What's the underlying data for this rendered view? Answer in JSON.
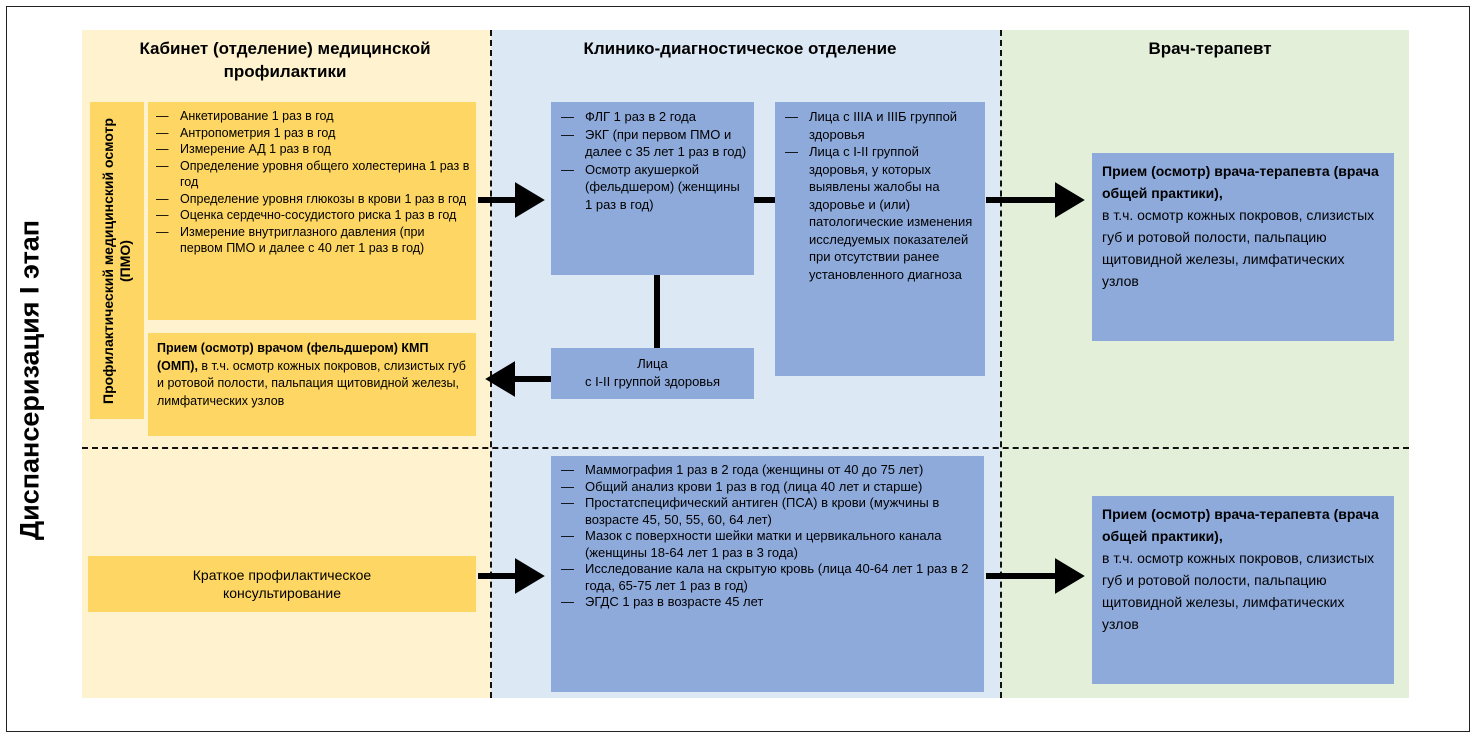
{
  "side_title": "Диспансеризация I этап",
  "columns": {
    "profilaktika": "Кабинет (отделение) медицинской профилактики",
    "diagnostic": "Клинико-диагностическое отделение",
    "therapist": "Врач-терапевт"
  },
  "pmo_label": "Профилактический медицинский осмотр (ПМО)",
  "pmo_list": [
    "Анкетирование 1 раз в год",
    "Антропометрия 1 раз в год",
    "Измерение АД 1 раз в год",
    "Определение уровня общего холестерина 1 раз в год",
    "Определение уровня глюкозы в крови 1 раз в год",
    "Оценка сердечно-сосудистого риска 1 раз в год",
    "Измерение внутриглазного давления (при первом ПМО и далее с 40 лет 1 раз в год)"
  ],
  "kmp": {
    "bold": "Прием (осмотр) врачом (фельдшером) КМП (ОМП),",
    "rest": " в т.ч. осмотр кожных покровов, слизистых губ и ротовой полости, пальпация щитовидной железы, лимфатических узлов"
  },
  "diag_top_list": [
    "ФЛГ 1 раз в 2 года",
    "ЭКГ (при первом ПМО и далее с 35 лет 1 раз в год)",
    "Осмотр акушеркой (фельдшером) (женщины 1 раз в год)"
  ],
  "groups_list": [
    "Лица с IIIА и IIIБ группой здоровья",
    "Лица с I-II группой здоровья, у которых выявлены жалобы на здоровье и (или) патологические изменения исследуемых показателей при отсутствии ранее установленного диагноза"
  ],
  "healthy_group": {
    "line1": "Лица",
    "line2": "с I-II группой здоровья"
  },
  "brief_consult": "Краткое профилактическое консультирование",
  "diag_bottom_list": [
    "Маммография 1 раз в 2 года (женщины от 40 до 75 лет)",
    "Общий анализ крови 1 раз в год (лица 40 лет и старше)",
    "Простатспецифический антиген (ПСА) в крови (мужчины в возрасте 45, 50, 55, 60, 64 лет)",
    "Мазок с поверхности шейки матки и цервикального канала (женщины 18-64 лет 1 раз в 3 года)",
    "Исследование кала на скрытую кровь (лица 40-64 лет 1 раз в 2 года, 65-75 лет 1 раз в год)",
    "ЭГДС 1 раз в возрасте 45 лет"
  ],
  "therapist_top": {
    "bold": "Прием (осмотр) врача-терапевта (врача общей практики),",
    "rest": "в т.ч. осмотр кожных покровов, слизистых губ и ротовой полости, пальпацию щитовидной железы, лимфатических узлов"
  },
  "therapist_bottom": {
    "bold": "Прием (осмотр) врача-терапевта (врача общей практики),",
    "rest": "в т.ч. осмотр кожных покровов, слизистых губ и ротовой полости, пальпацию щитовидной железы, лимфатических узлов"
  },
  "colors": {
    "yellow_bg": "#fef2cf",
    "blue_bg": "#dde8f5",
    "green_bg": "#e3efd9",
    "yellow_box": "#fdd663",
    "blue_box": "#8eaadb"
  }
}
